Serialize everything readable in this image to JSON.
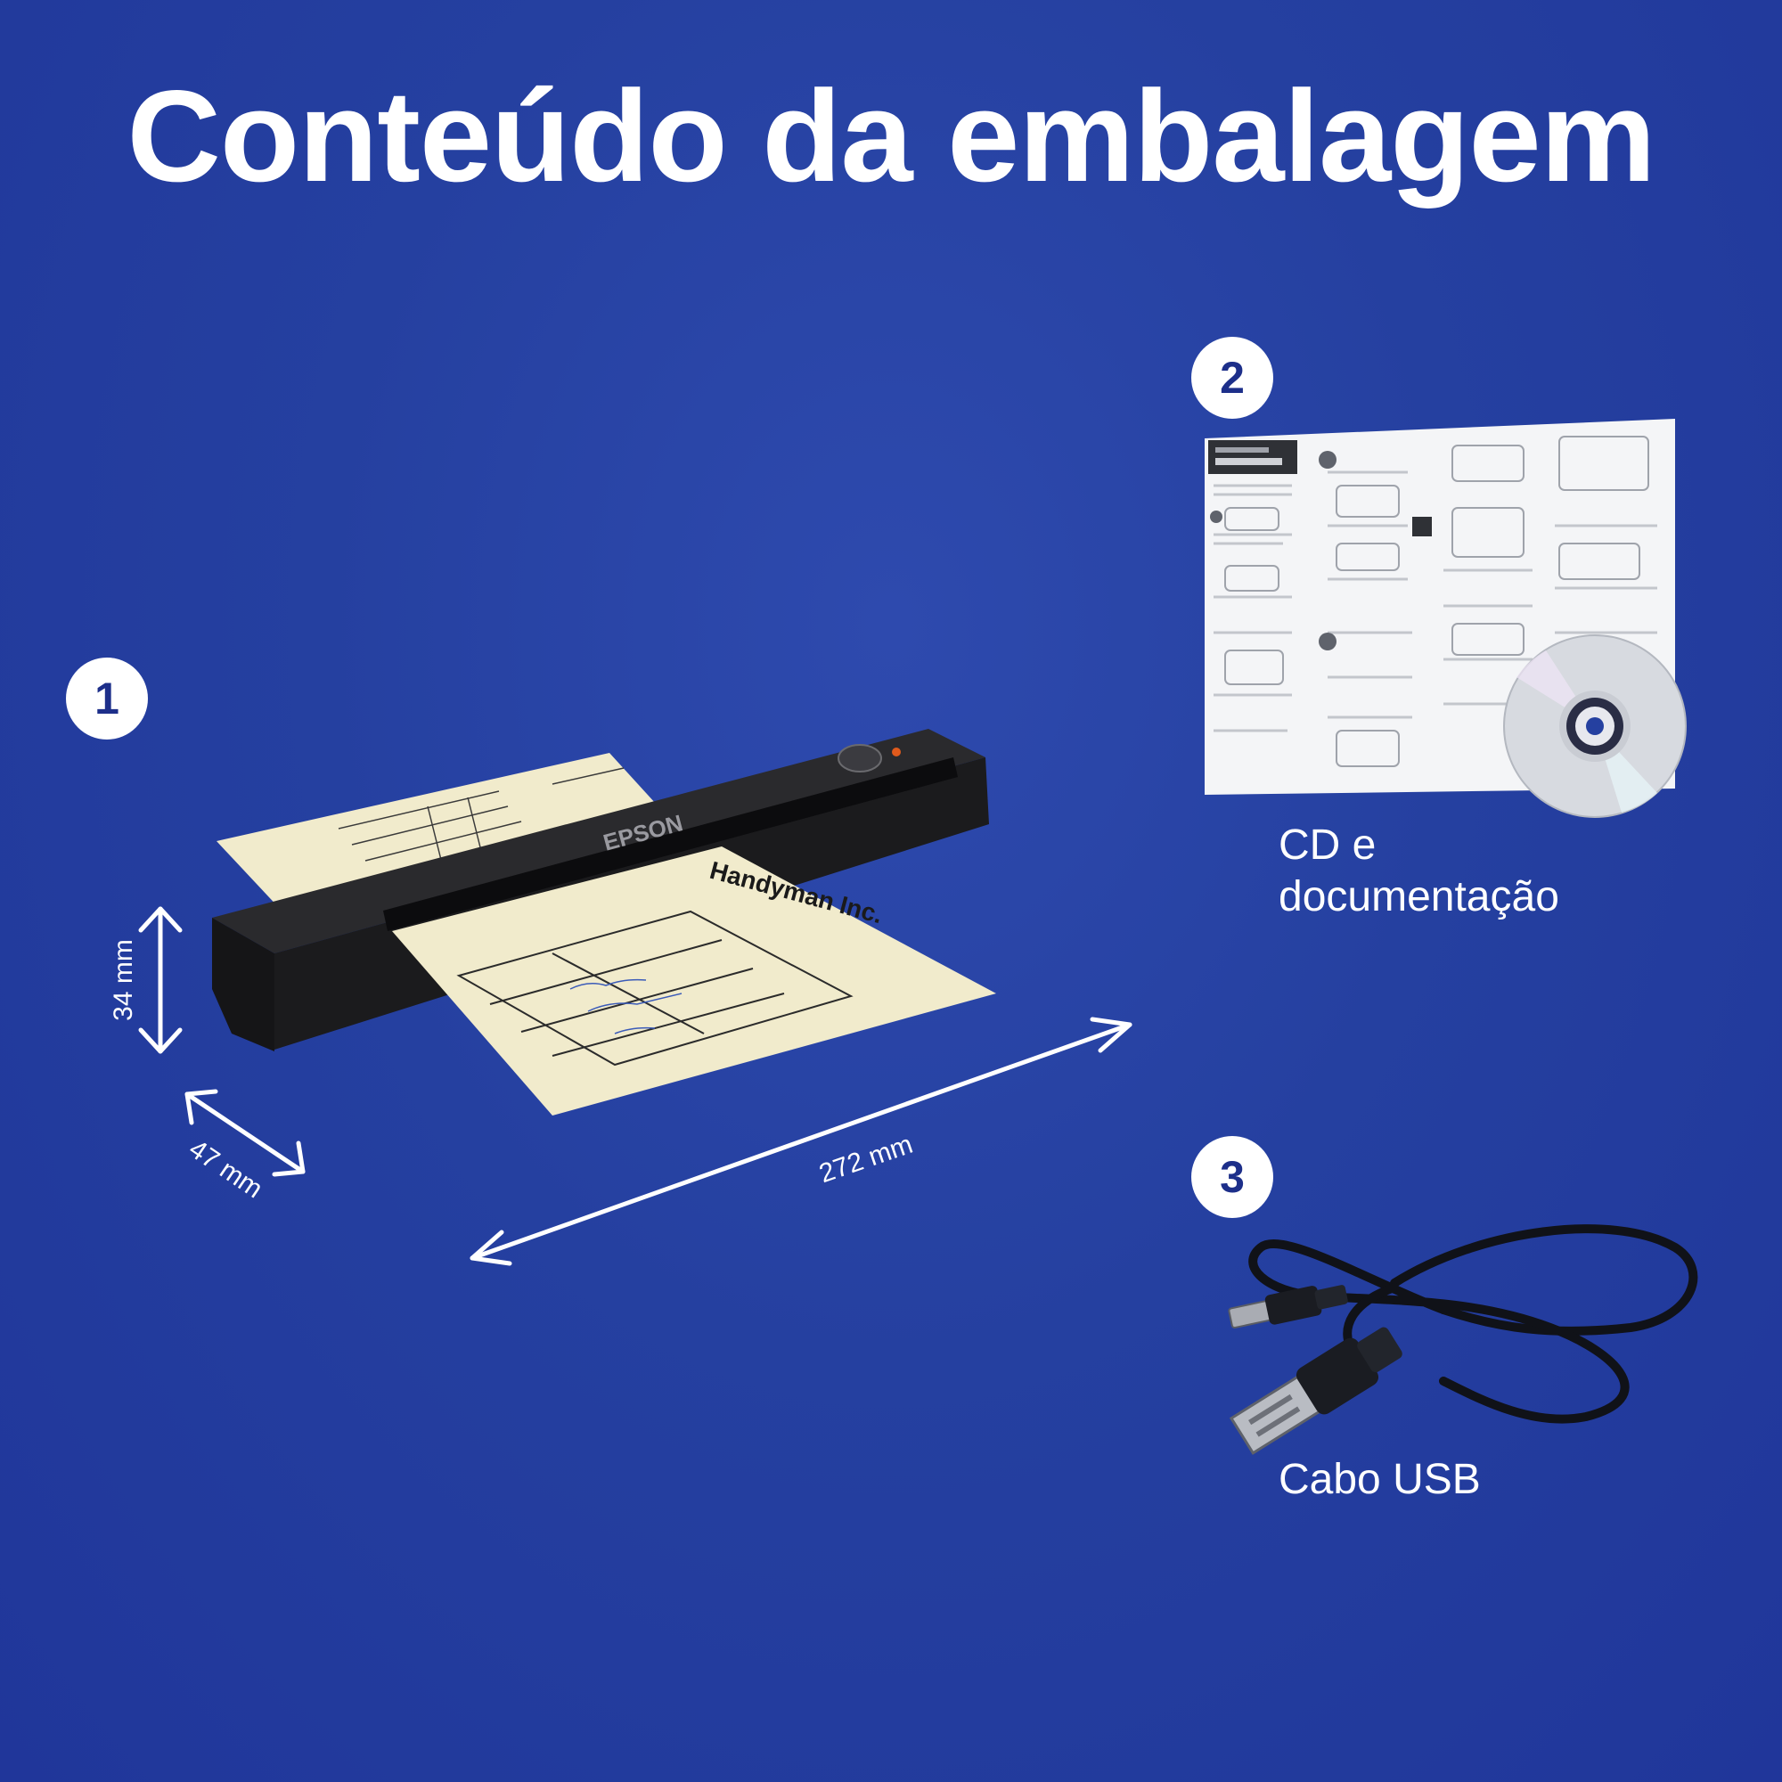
{
  "title": "Conteúdo da embalagem",
  "items": [
    {
      "number": "1",
      "dimensions": {
        "height": "34 mm",
        "depth": "47 mm",
        "width": "272 mm"
      },
      "brand": "EPSON",
      "document_header": "Handyman Inc."
    },
    {
      "number": "2",
      "label_line1": "CD e",
      "label_line2": "documentação"
    },
    {
      "number": "3",
      "label": "Cabo USB"
    }
  ],
  "colors": {
    "background": "#2540a0",
    "badge_text": "#1d2f8a",
    "paper": "#f1ebcc",
    "scanner": "#1b1b1d"
  },
  "icons": [
    "scanner-image",
    "document-sheet-image",
    "cd-image",
    "usb-cable-image",
    "double-arrow-icon"
  ]
}
